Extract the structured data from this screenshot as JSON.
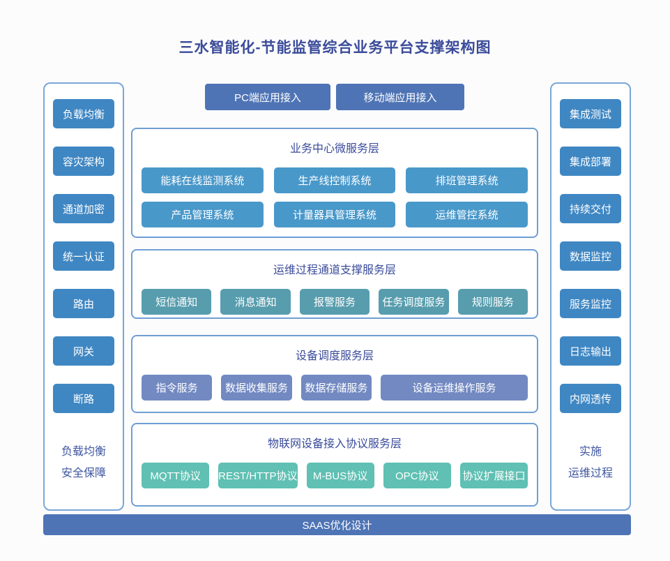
{
  "title": "三水智能化-节能监管综合业务平台支撑架构图",
  "colors": {
    "page_background": "#fcfcfc",
    "title_text": "#3a4b9a",
    "section_header_text": "#3a4b9a",
    "panel_label_text": "#3e56a0",
    "panel_border": "#79a6d8",
    "section_border": "#6f9ed4",
    "sidebar_node": "#3f87c3",
    "access_bar_node": "#4e74b5",
    "business_node": "#4998ca",
    "channel_node": "#579dad",
    "device_node": "#7289c2",
    "protocol_node": "#5fc0b3",
    "node_text": "#ffffff"
  },
  "top_buttons": [
    {
      "label": "PC端应用接入"
    },
    {
      "label": "移动端应用接入"
    }
  ],
  "left_panel": {
    "items": [
      "负载均衡",
      "容灾架构",
      "通道加密",
      "统一认证",
      "路由",
      "网关",
      "断路"
    ],
    "label_lines": [
      "负载均衡",
      "安全保障"
    ]
  },
  "right_panel": {
    "items": [
      "集成测试",
      "集成部署",
      "持续交付",
      "数据监控",
      "服务监控",
      "日志输出",
      "内网透传"
    ],
    "label_lines": [
      "实施",
      "运维过程"
    ]
  },
  "sections": [
    {
      "title": "业务中心微服务层",
      "items": [
        "能耗在线监测系统",
        "生产线控制系统",
        "排班管理系统",
        "产品管理系统",
        "计量器具管理系统",
        "运维管控系统"
      ]
    },
    {
      "title": "运维过程通道支撑服务层",
      "items": [
        "短信通知",
        "消息通知",
        "报警服务",
        "任务调度服务",
        "规则服务"
      ]
    },
    {
      "title": "设备调度服务层",
      "items": [
        "指令服务",
        "数据收集服务",
        "数据存储服务",
        "设备运维操作服务"
      ]
    },
    {
      "title": "物联网设备接入协议服务层",
      "items": [
        "MQTT协议",
        "REST/HTTP协议",
        "M-BUS协议",
        "OPC协议",
        "协议扩展接口"
      ]
    }
  ],
  "bottom_bar": {
    "label": "SAAS优化设计"
  }
}
